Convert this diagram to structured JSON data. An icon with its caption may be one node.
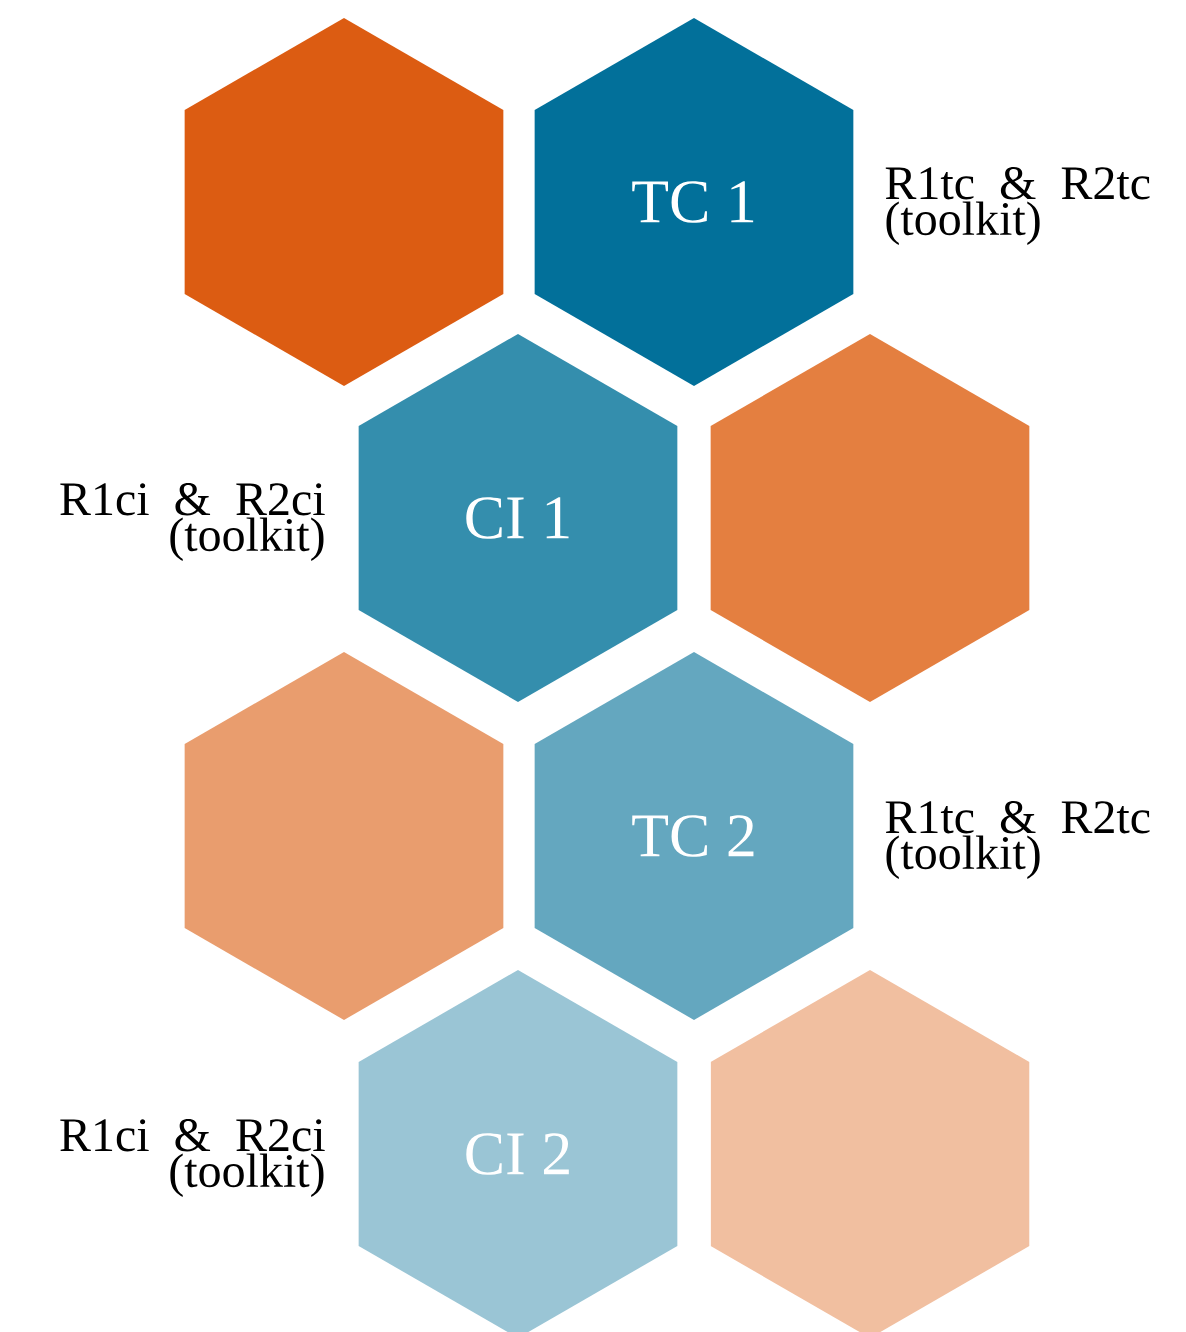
{
  "diagram": {
    "nodes": [
      {
        "text": [],
        "shape": "hexagon"
      },
      {
        "text": [
          "TC 1"
        ],
        "beside": [
          "R1tc & R2tc (toolkit)"
        ]
      },
      {
        "text": [
          "CI 1"
        ],
        "beside": [
          "R1ci & R2ci (toolkit)"
        ]
      },
      {
        "text": [],
        "shape": "hexagon"
      },
      {
        "text": [],
        "shape": "hexagon"
      },
      {
        "text": [
          "TC 2"
        ],
        "beside": [
          "R1tc & R2tc (toolkit)"
        ]
      },
      {
        "text": [
          "CI 2"
        ],
        "beside": [
          "R1ci & R2ci (toolkit)"
        ]
      },
      {
        "text": [],
        "shape": "hexagon"
      }
    ]
  }
}
